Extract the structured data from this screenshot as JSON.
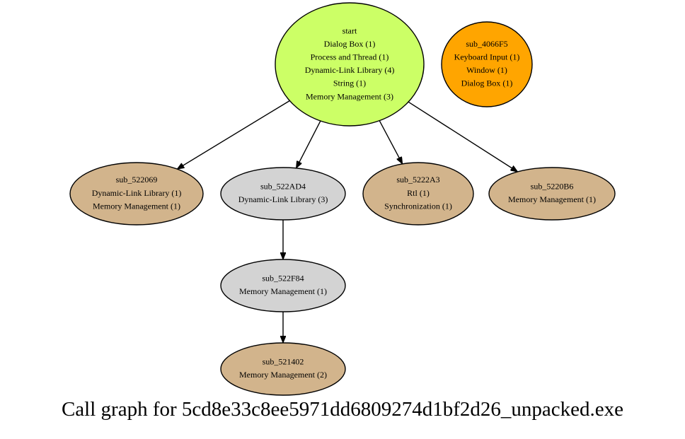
{
  "caption": "Call graph for 5cd8e33c8ee5971dd6809274d1bf2d26_unpacked.exe",
  "colors": {
    "start": "#ccff66",
    "orange": "#ffa500",
    "tan": "#d2b48c",
    "gray": "#d3d3d3"
  },
  "nodes": {
    "start": [
      "start",
      "Dialog Box (1)",
      "Process and Thread (1)",
      "Dynamic-Link Library (4)",
      "String (1)",
      "Memory Management (3)"
    ],
    "sub_4066F5": [
      "sub_4066F5",
      "Keyboard Input (1)",
      "Window (1)",
      "Dialog Box (1)"
    ],
    "sub_522069": [
      "sub_522069",
      "Dynamic-Link Library (1)",
      "Memory Management (1)"
    ],
    "sub_522AD4": [
      "sub_522AD4",
      "Dynamic-Link Library (3)"
    ],
    "sub_5222A3": [
      "sub_5222A3",
      "Rtl (1)",
      "Synchronization (1)"
    ],
    "sub_5220B6": [
      "sub_5220B6",
      "Memory Management (1)"
    ],
    "sub_522F84": [
      "sub_522F84",
      "Memory Management (1)"
    ],
    "sub_521402": [
      "sub_521402",
      "Memory Management (2)"
    ]
  },
  "edges": [
    [
      "start",
      "sub_522069"
    ],
    [
      "start",
      "sub_522AD4"
    ],
    [
      "start",
      "sub_5222A3"
    ],
    [
      "start",
      "sub_5220B6"
    ],
    [
      "sub_522AD4",
      "sub_522F84"
    ],
    [
      "sub_522F84",
      "sub_521402"
    ]
  ]
}
